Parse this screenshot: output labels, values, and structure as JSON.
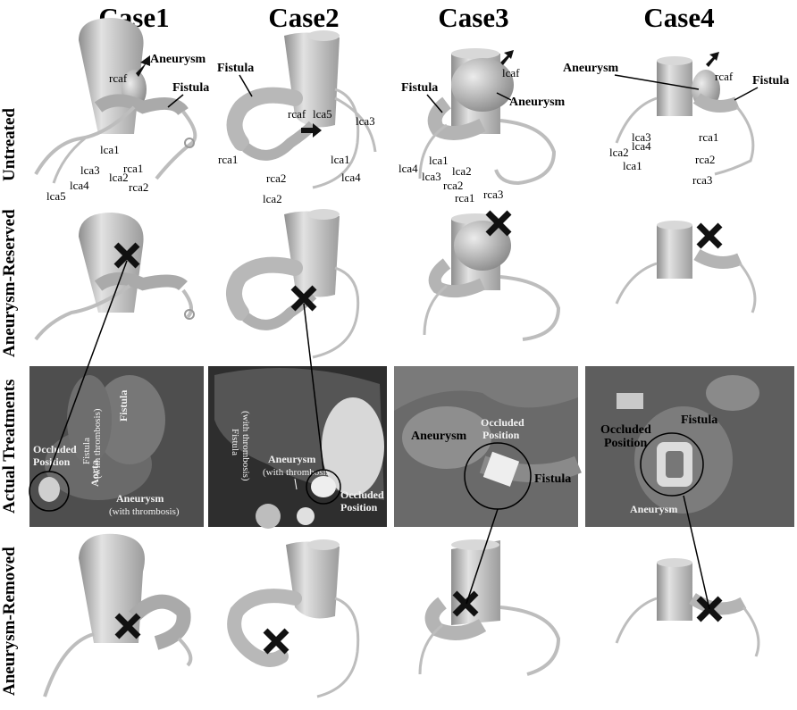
{
  "cases": [
    "Case1",
    "Case2",
    "Case3",
    "Case4"
  ],
  "rows": [
    "Untreated",
    "Aneurysm-Reserved",
    "Actual Treatments",
    "Aneurysm-Removed"
  ],
  "labels": {
    "aneurysm": "Aneurysm",
    "fistula": "Fistula",
    "rcaf": "rcaf",
    "lcaf": "lcaf",
    "aorta": "Aorta",
    "occluded": "Occluded",
    "position": "Position",
    "fistula_thrombosis": "Fistula",
    "with_thrombosis": "(with thrombosis)",
    "with_thrombosis2": "(with thrombosis"
  },
  "case1": {
    "branches": [
      "lca1",
      "lca3",
      "rca1",
      "lca2",
      "lca4",
      "rca2",
      "lca5"
    ]
  },
  "case2": {
    "branches": [
      "lca5",
      "lca3",
      "rca1",
      "lca1",
      "rca2",
      "lca4",
      "lca2"
    ]
  },
  "case3": {
    "branches": [
      "lca4",
      "lca1",
      "lca3",
      "lca2",
      "rca2",
      "rca1",
      "rca3"
    ]
  },
  "case4": {
    "branches": [
      "lca3",
      "lca2",
      "lca4",
      "lca1",
      "rca1",
      "rca2",
      "rca3"
    ]
  },
  "colors": {
    "vessel": "#c8c8c8",
    "vessel_dark": "#9a9a9a",
    "ct_bg": "#5a5a5a",
    "marker": "#111111"
  }
}
